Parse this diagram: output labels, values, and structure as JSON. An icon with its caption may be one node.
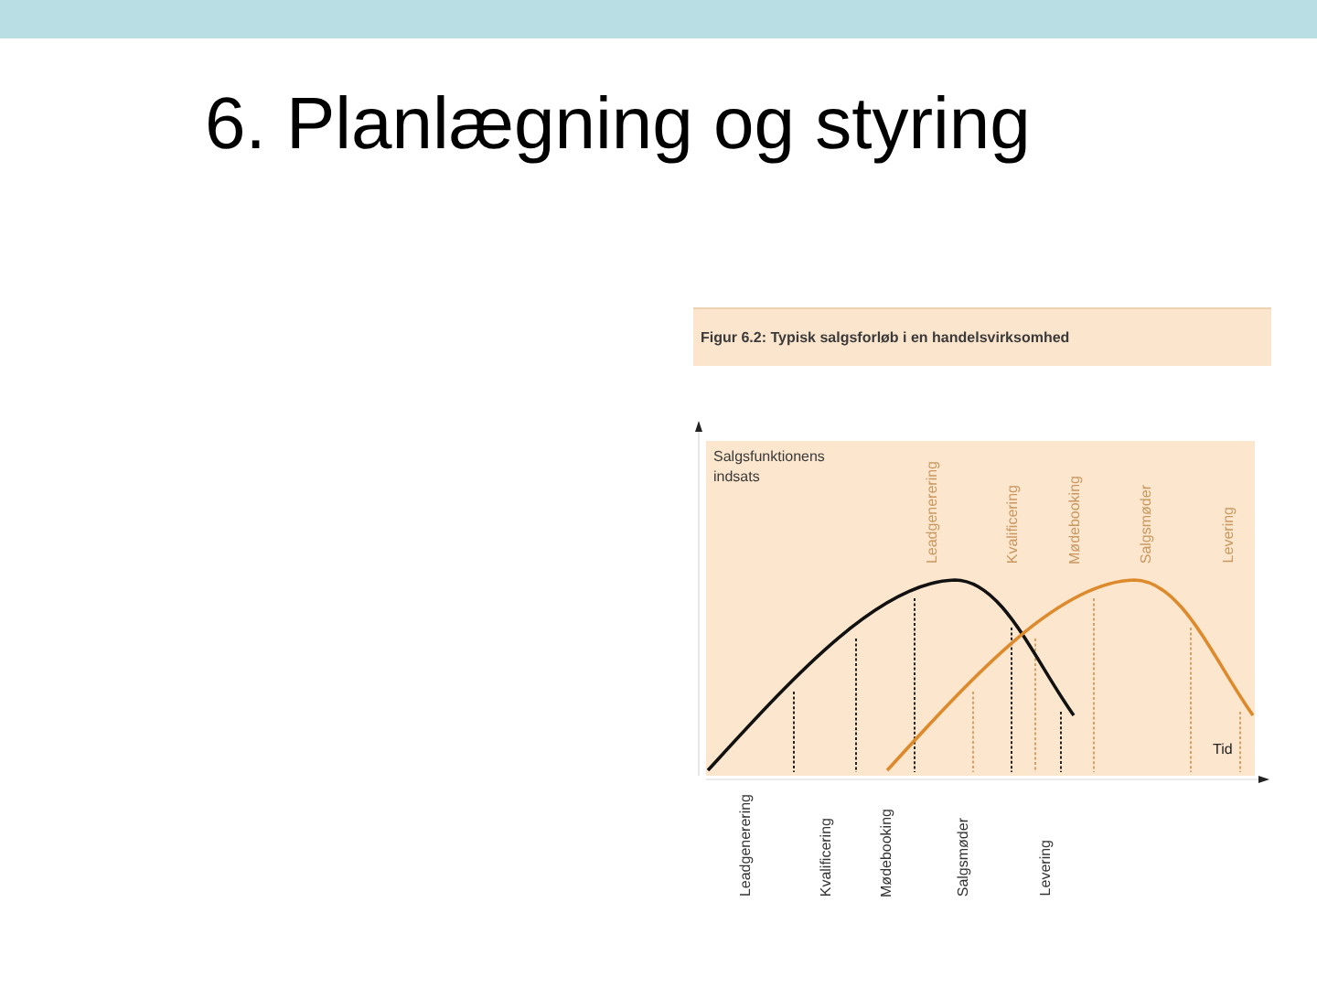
{
  "diagram": {
    "title": "6. Planlægning og styring",
    "nodes": [
      {
        "text": [
          "Figur 6.2: Typisk salgsforløb i en handelsvirksomhed"
        ]
      },
      {
        "text": [
          "Salgsfunktionens indsats",
          "Leadgenerering",
          "Kvalificering",
          "Mødebooking",
          "Salgsmøder",
          "Levering",
          "Tid"
        ]
      }
    ],
    "labels": [
      "Leadgenerering",
      "Kvalificering",
      "Mødebooking",
      "Salgsmøder",
      "Levering"
    ]
  }
}
